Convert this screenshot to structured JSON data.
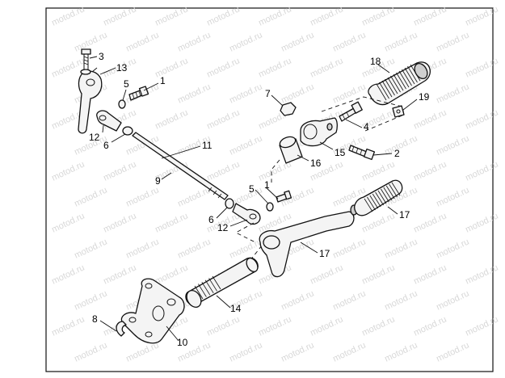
{
  "watermark": "motod.ru",
  "callouts": [
    "1",
    "2",
    "3",
    "4",
    "5",
    "6",
    "7",
    "8",
    "9",
    "10",
    "11",
    "12",
    "13",
    "14",
    "15",
    "16",
    "17",
    "18",
    "19"
  ]
}
